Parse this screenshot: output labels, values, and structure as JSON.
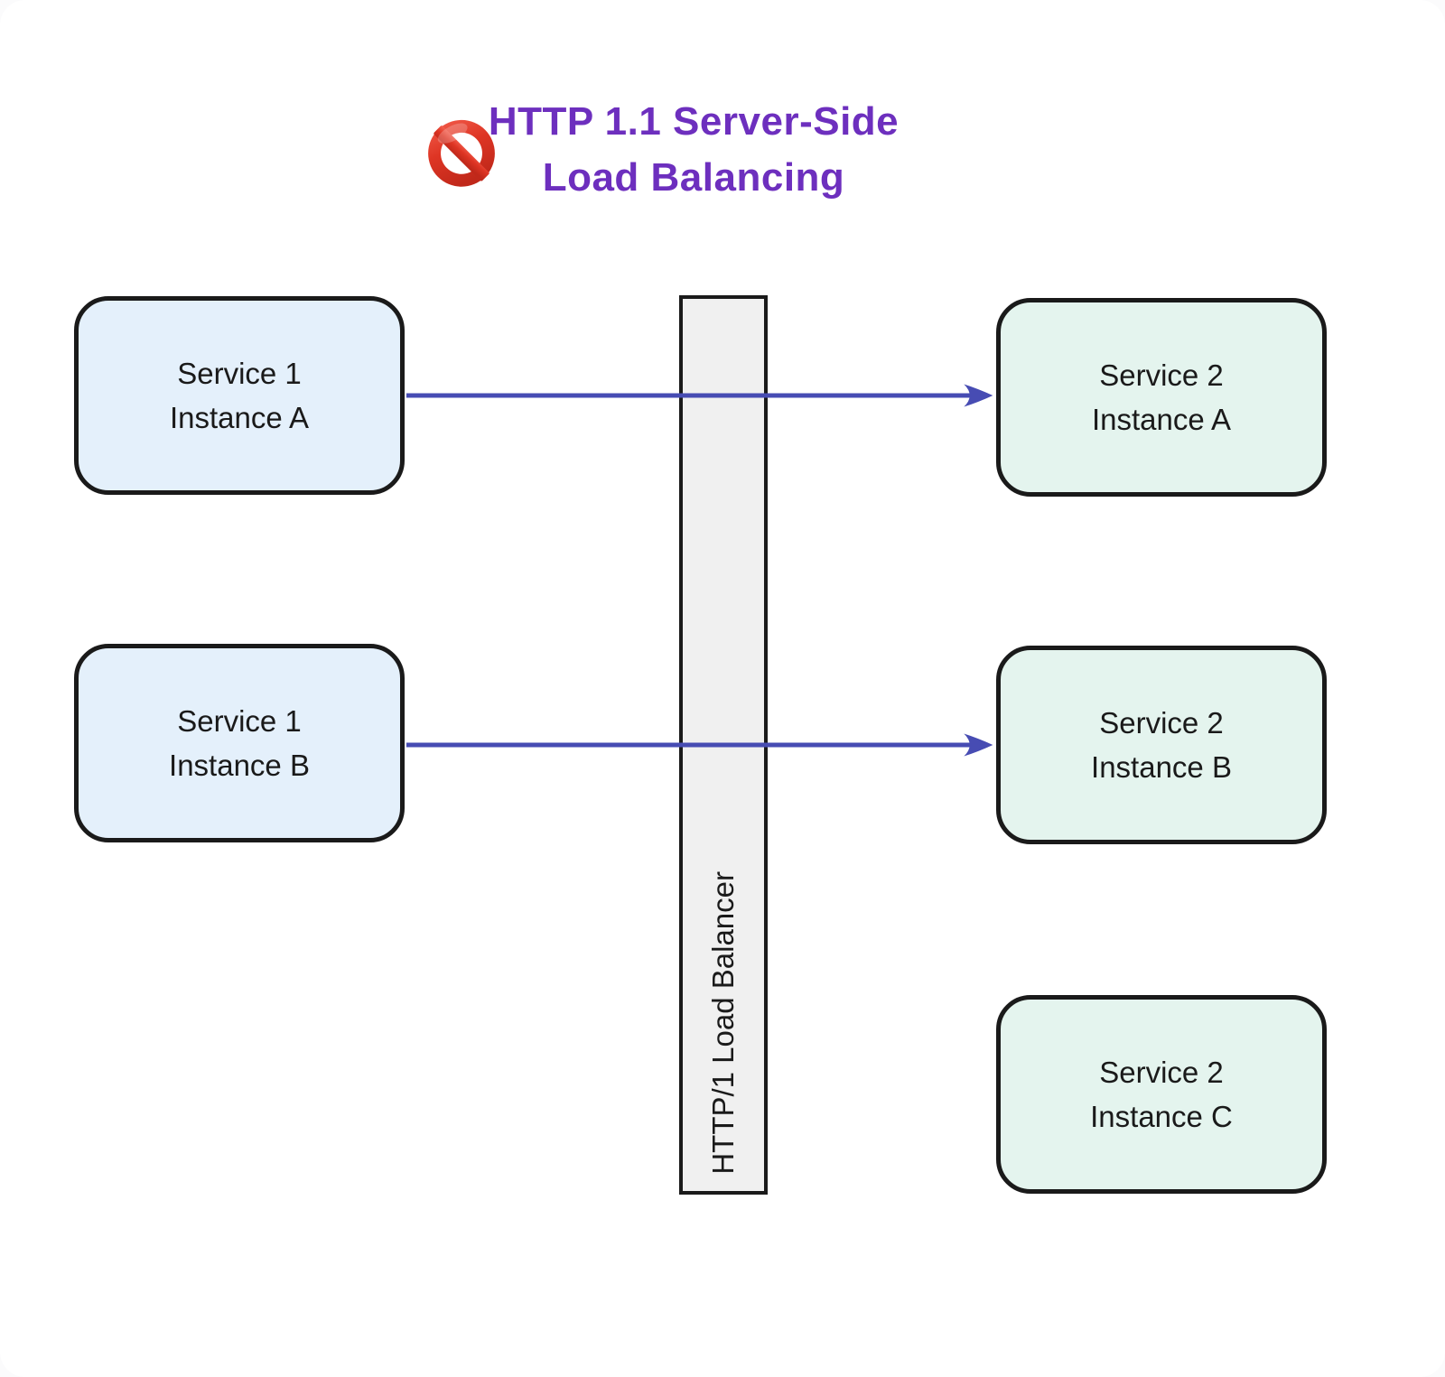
{
  "header": {
    "icon": "no-entry-sign",
    "title_line1": "HTTP 1.1 Server-Side",
    "title_line2": "Load Balancing"
  },
  "nodes": {
    "service1_a": {
      "line1": "Service 1",
      "line2": "Instance A"
    },
    "service1_b": {
      "line1": "Service 1",
      "line2": "Instance B"
    },
    "service2_a": {
      "line1": "Service 2",
      "line2": "Instance A"
    },
    "service2_b": {
      "line1": "Service 2",
      "line2": "Instance B"
    },
    "service2_c": {
      "line1": "Service 2",
      "line2": "Instance C"
    }
  },
  "load_balancer": {
    "label": "HTTP/1 Load Balancer"
  },
  "edges": [
    {
      "from": "Service 1 Instance A",
      "to": "Service 2 Instance A"
    },
    {
      "from": "Service 1 Instance B",
      "to": "Service 2 Instance B"
    }
  ],
  "colors": {
    "title": "#6D2FBE",
    "arrow": "#474CB3",
    "node_border": "#1A1A1A",
    "label_text": "#1A1A1A",
    "service1_fill": "#E4F0FB",
    "service2_fill": "#E4F4EE",
    "load_balancer_fill": "#F0F0F0",
    "no_entry_red": "#D93025"
  }
}
